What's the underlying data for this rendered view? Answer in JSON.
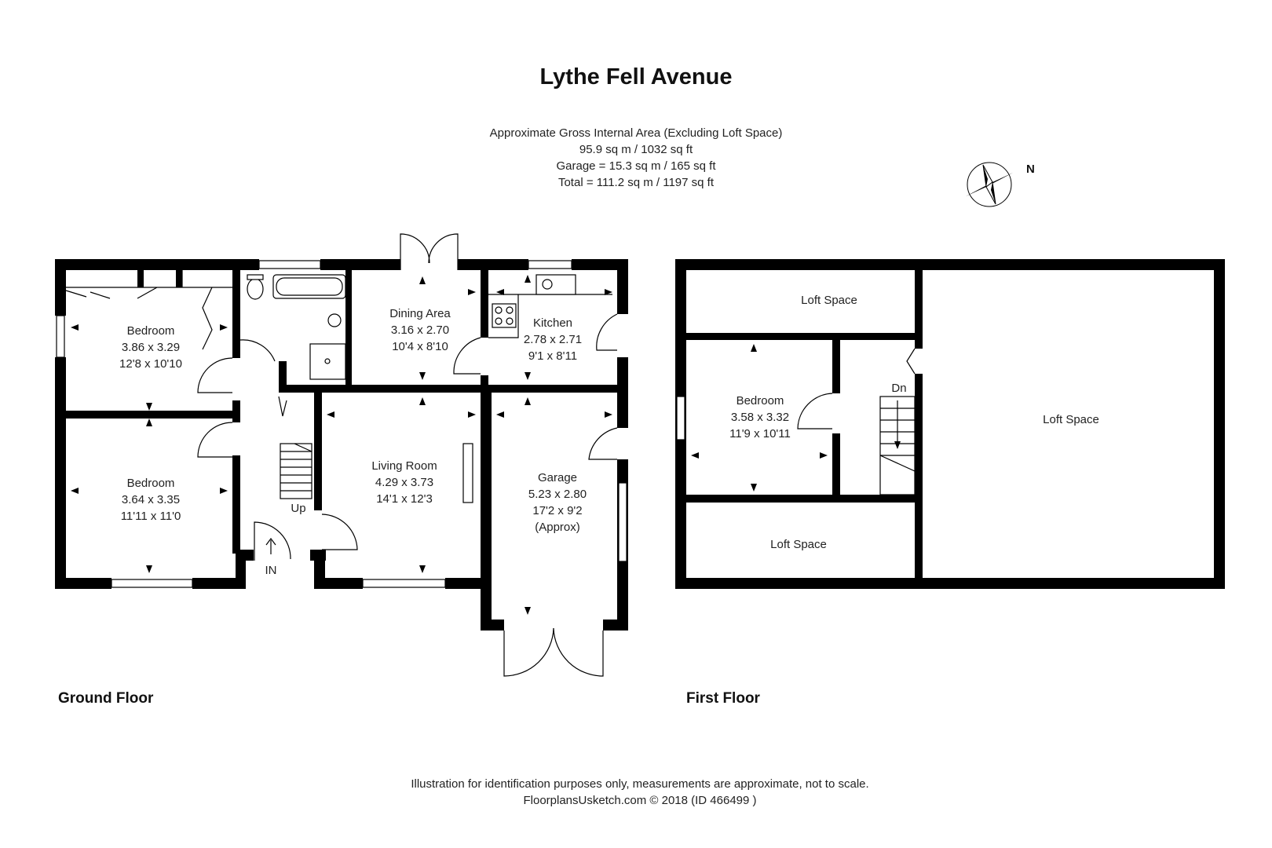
{
  "title": "Lythe Fell Avenue",
  "area_summary": {
    "line1": "Approximate Gross Internal Area (Excluding Loft Space)",
    "line2": "95.9 sq m / 1032 sq ft",
    "line3": "Garage = 15.3 sq m / 165 sq ft",
    "line4": "Total = 111.2 sq m / 1197 sq ft"
  },
  "compass": {
    "north_label": "N"
  },
  "ground_floor": {
    "label": "Ground Floor",
    "rooms": {
      "bedroom1": {
        "name": "Bedroom",
        "metric": "3.86 x 3.29",
        "imperial": "12'8 x 10'10"
      },
      "bedroom2": {
        "name": "Bedroom",
        "metric": "3.64 x 3.35",
        "imperial": "11'11 x 11'0"
      },
      "dining": {
        "name": "Dining Area",
        "metric": "3.16 x 2.70",
        "imperial": "10'4 x 8'10"
      },
      "kitchen": {
        "name": "Kitchen",
        "metric": "2.78 x 2.71",
        "imperial": "9'1 x 8'11"
      },
      "living": {
        "name": "Living Room",
        "metric": "4.29 x 3.73",
        "imperial": "14'1 x 12'3"
      },
      "garage": {
        "name": "Garage",
        "metric": "5.23 x 2.80",
        "imperial": "17'2 x 9'2",
        "note": "(Approx)"
      }
    },
    "stairs_label": "Up",
    "entrance_label": "IN"
  },
  "first_floor": {
    "label": "First Floor",
    "rooms": {
      "loft_top": {
        "name": "Loft Space"
      },
      "loft_right": {
        "name": "Loft Space"
      },
      "loft_bottom": {
        "name": "Loft Space"
      },
      "bedroom": {
        "name": "Bedroom",
        "metric": "3.58 x 3.32",
        "imperial": "11'9 x 10'11"
      }
    },
    "stairs_label": "Dn"
  },
  "footer": {
    "line1": "Illustration for identification purposes only, measurements are approximate, not to scale.",
    "line2": "FloorplansUsketch.com © 2018 (ID 466499 )"
  }
}
